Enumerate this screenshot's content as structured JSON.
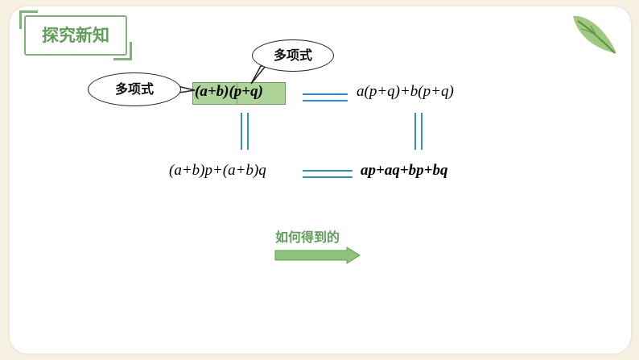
{
  "header": {
    "title": "探究新知"
  },
  "bubbles": {
    "top": "多项式",
    "left": "多项式"
  },
  "expressions": {
    "product": "(a+b)(p+q)",
    "step1": "a(p+q)+b(p+q)",
    "step2": "(a+b)p+(a+b)q",
    "result": "ap+aq+bp+bq"
  },
  "prompt": {
    "question": "如何得到的"
  },
  "colors": {
    "accent": "#5f9e58",
    "highlight": "#aed49a",
    "equals": "#2f8fcf",
    "background": "#f7f1e3"
  }
}
